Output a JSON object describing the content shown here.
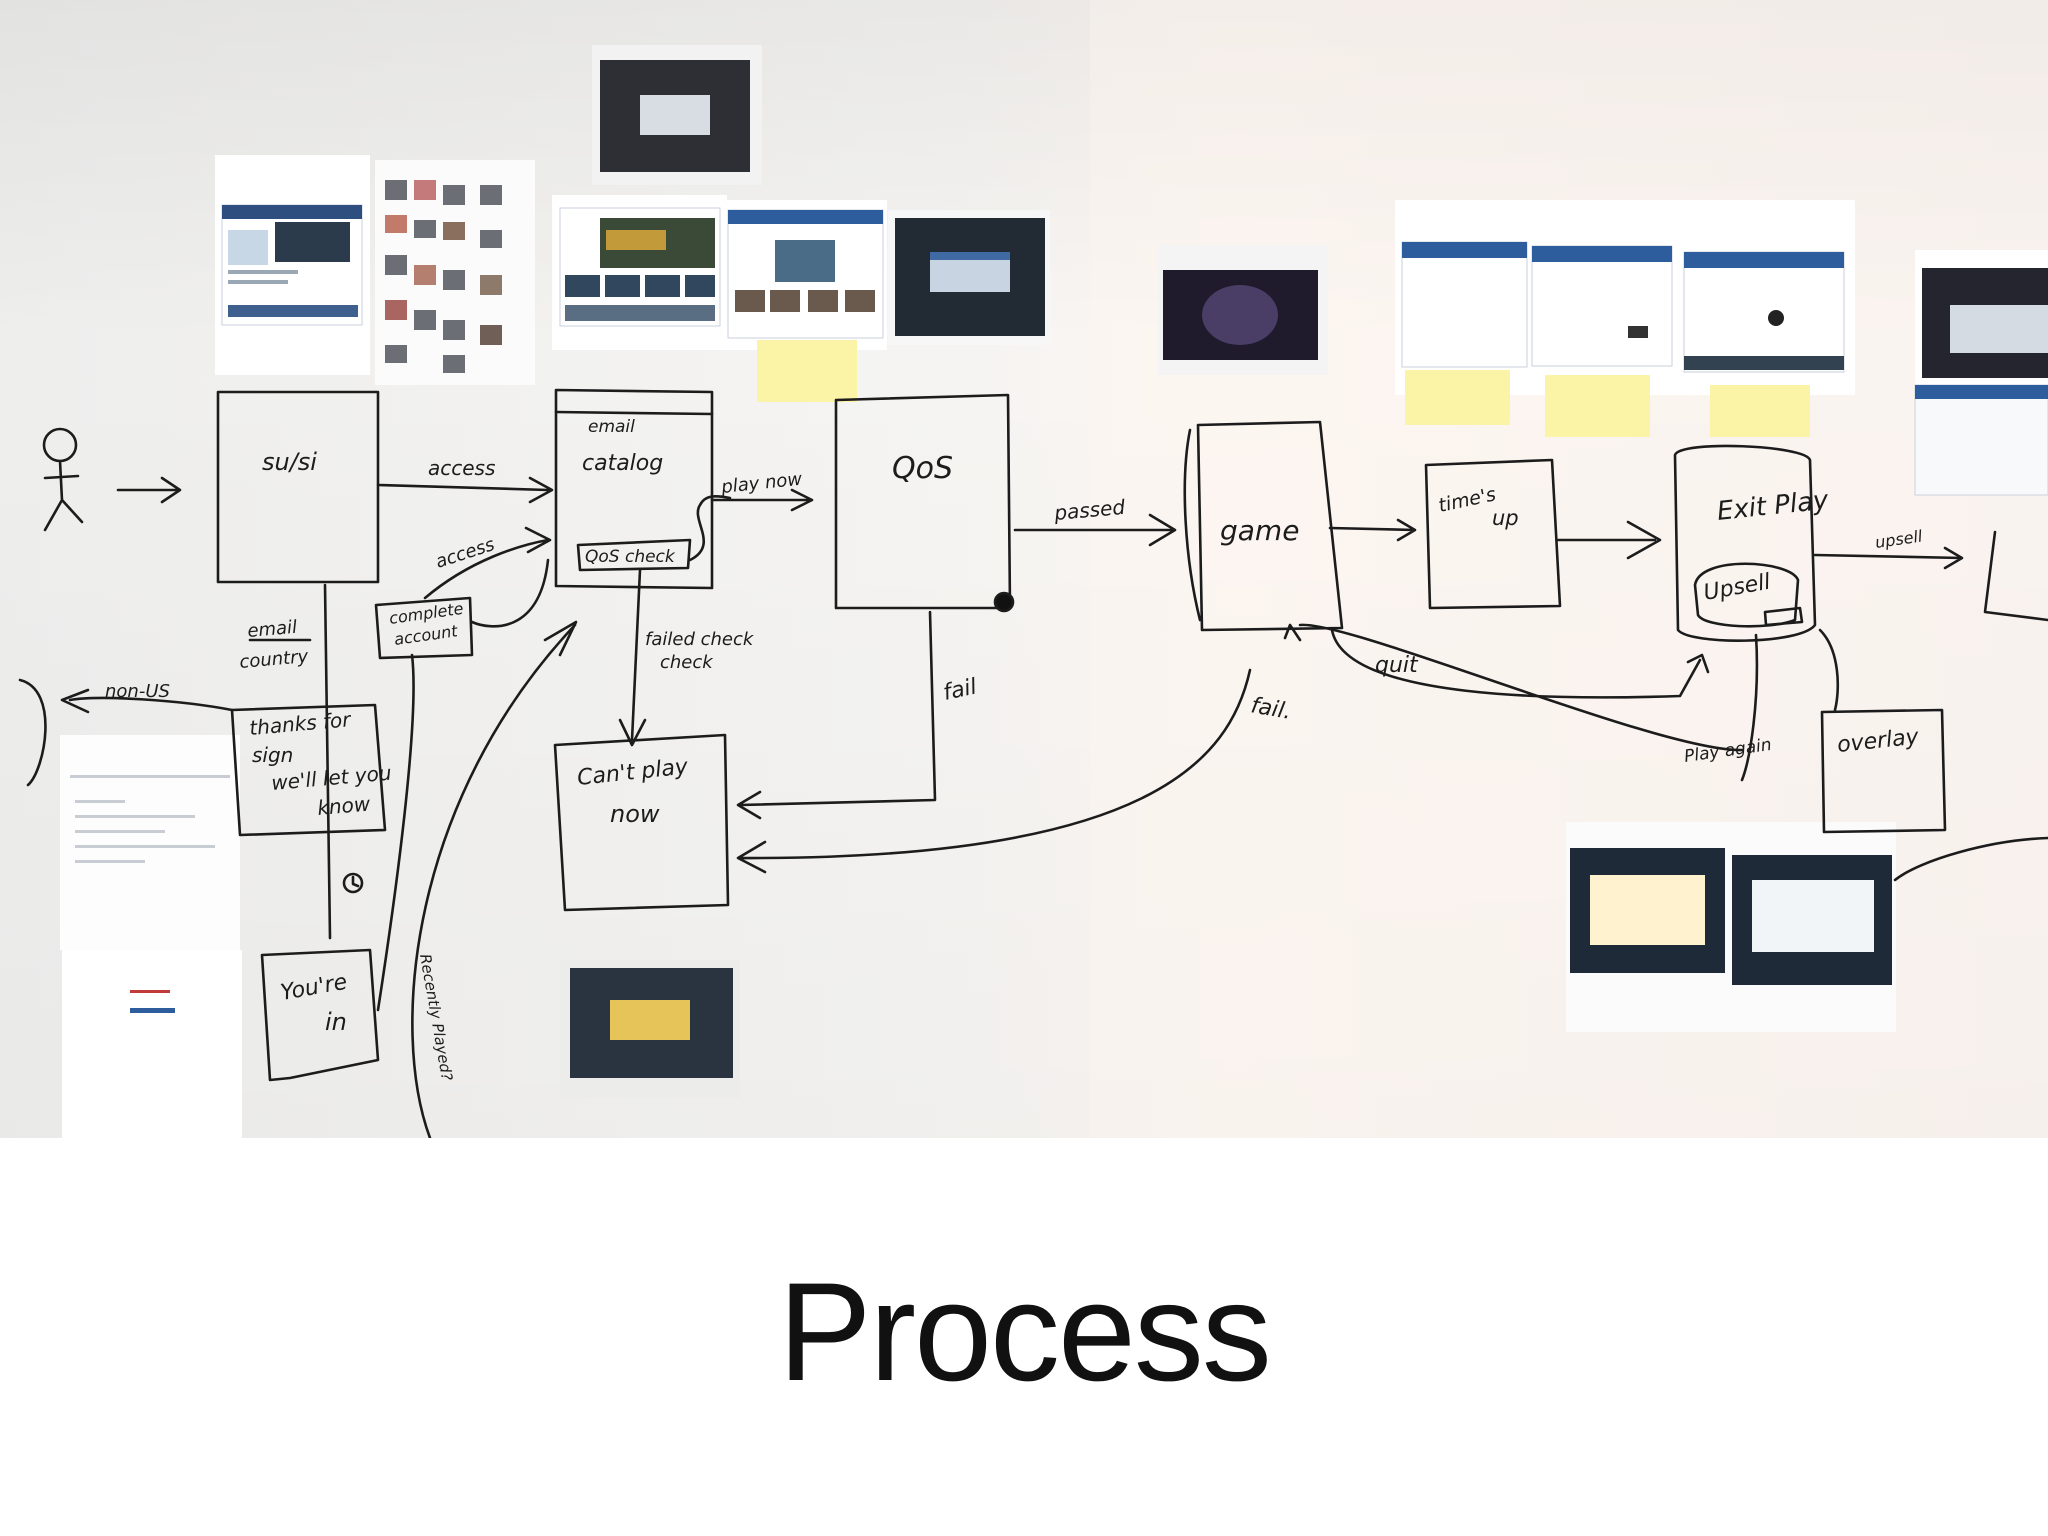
{
  "slide": {
    "title": "Process"
  },
  "whiteboard": {
    "labels": {
      "susi": "su/si",
      "access_1": "access",
      "access_2": "access",
      "email_box": "email",
      "catalog": "catalog",
      "qos_check": "QoS check",
      "play_now": "play now",
      "qos": "QoS",
      "passed": "passed",
      "game": "game",
      "times_up_1": "time's",
      "times_up_2": "up",
      "exit_play": "Exit Play",
      "upsell_box": "Upsell",
      "upsell_arrow": "upsell",
      "email_country_1": "email",
      "email_country_2": "country",
      "complete_account_1": "complete",
      "complete_account_2": "account",
      "failed_check_1": "failed check",
      "failed_check_2": "check",
      "fail_1": "fail",
      "fail_2": "fail.",
      "quit": "quit",
      "play_again": "Play again",
      "overlay": "overlay",
      "non_us": "non-US",
      "thanks_1": "thanks for",
      "thanks_2": "sign",
      "thanks_3": "we'll let you",
      "thanks_4": "know",
      "youre_in_1": "You're",
      "youre_in_2": "in",
      "cant_play_1": "Can't play",
      "cant_play_2": "now",
      "recently_played": "Recently Played?"
    }
  }
}
